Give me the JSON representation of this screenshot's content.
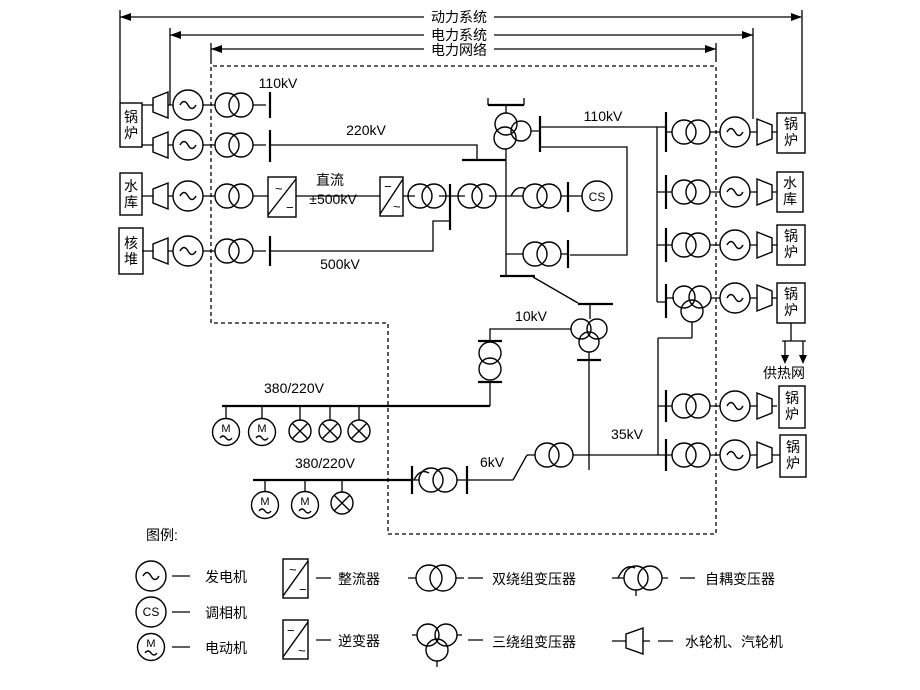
{
  "top_spans": {
    "power_system": "动力系统",
    "electric_system": "电力系统",
    "electric_network": "电力网络"
  },
  "voltages": {
    "left_110": "110kV",
    "v220": "220kV",
    "dc_label": "直流",
    "dc_voltage": "±500kV",
    "v500": "500kV",
    "right_110": "110kV",
    "v10": "10kV",
    "v35": "35kV",
    "v6": "6kV",
    "lv_upper": "380/220V",
    "lv_lower": "380/220V"
  },
  "sources_left": [
    {
      "label": "锅炉"
    },
    {
      "label": "水库"
    },
    {
      "label": "核堆"
    }
  ],
  "sources_right": [
    {
      "label": "锅炉"
    },
    {
      "label": "水库"
    },
    {
      "label": "锅炉"
    },
    {
      "label": "锅炉"
    },
    {
      "label": "锅炉"
    },
    {
      "label": "锅炉"
    }
  ],
  "heat_network": "供热网",
  "symbols": {
    "ac": "~",
    "dc": "−",
    "cs": "CS",
    "motor": "M"
  },
  "legend": {
    "title": "图例:",
    "generator": "发电机",
    "condenser": "调相机",
    "motor": "电动机",
    "rectifier": "整流器",
    "inverter": "逆变器",
    "two_winding": "双绕组变压器",
    "three_winding": "三绕组变压器",
    "auto_transformer": "自耦变压器",
    "turbines": "水轮机、汽轮机"
  }
}
